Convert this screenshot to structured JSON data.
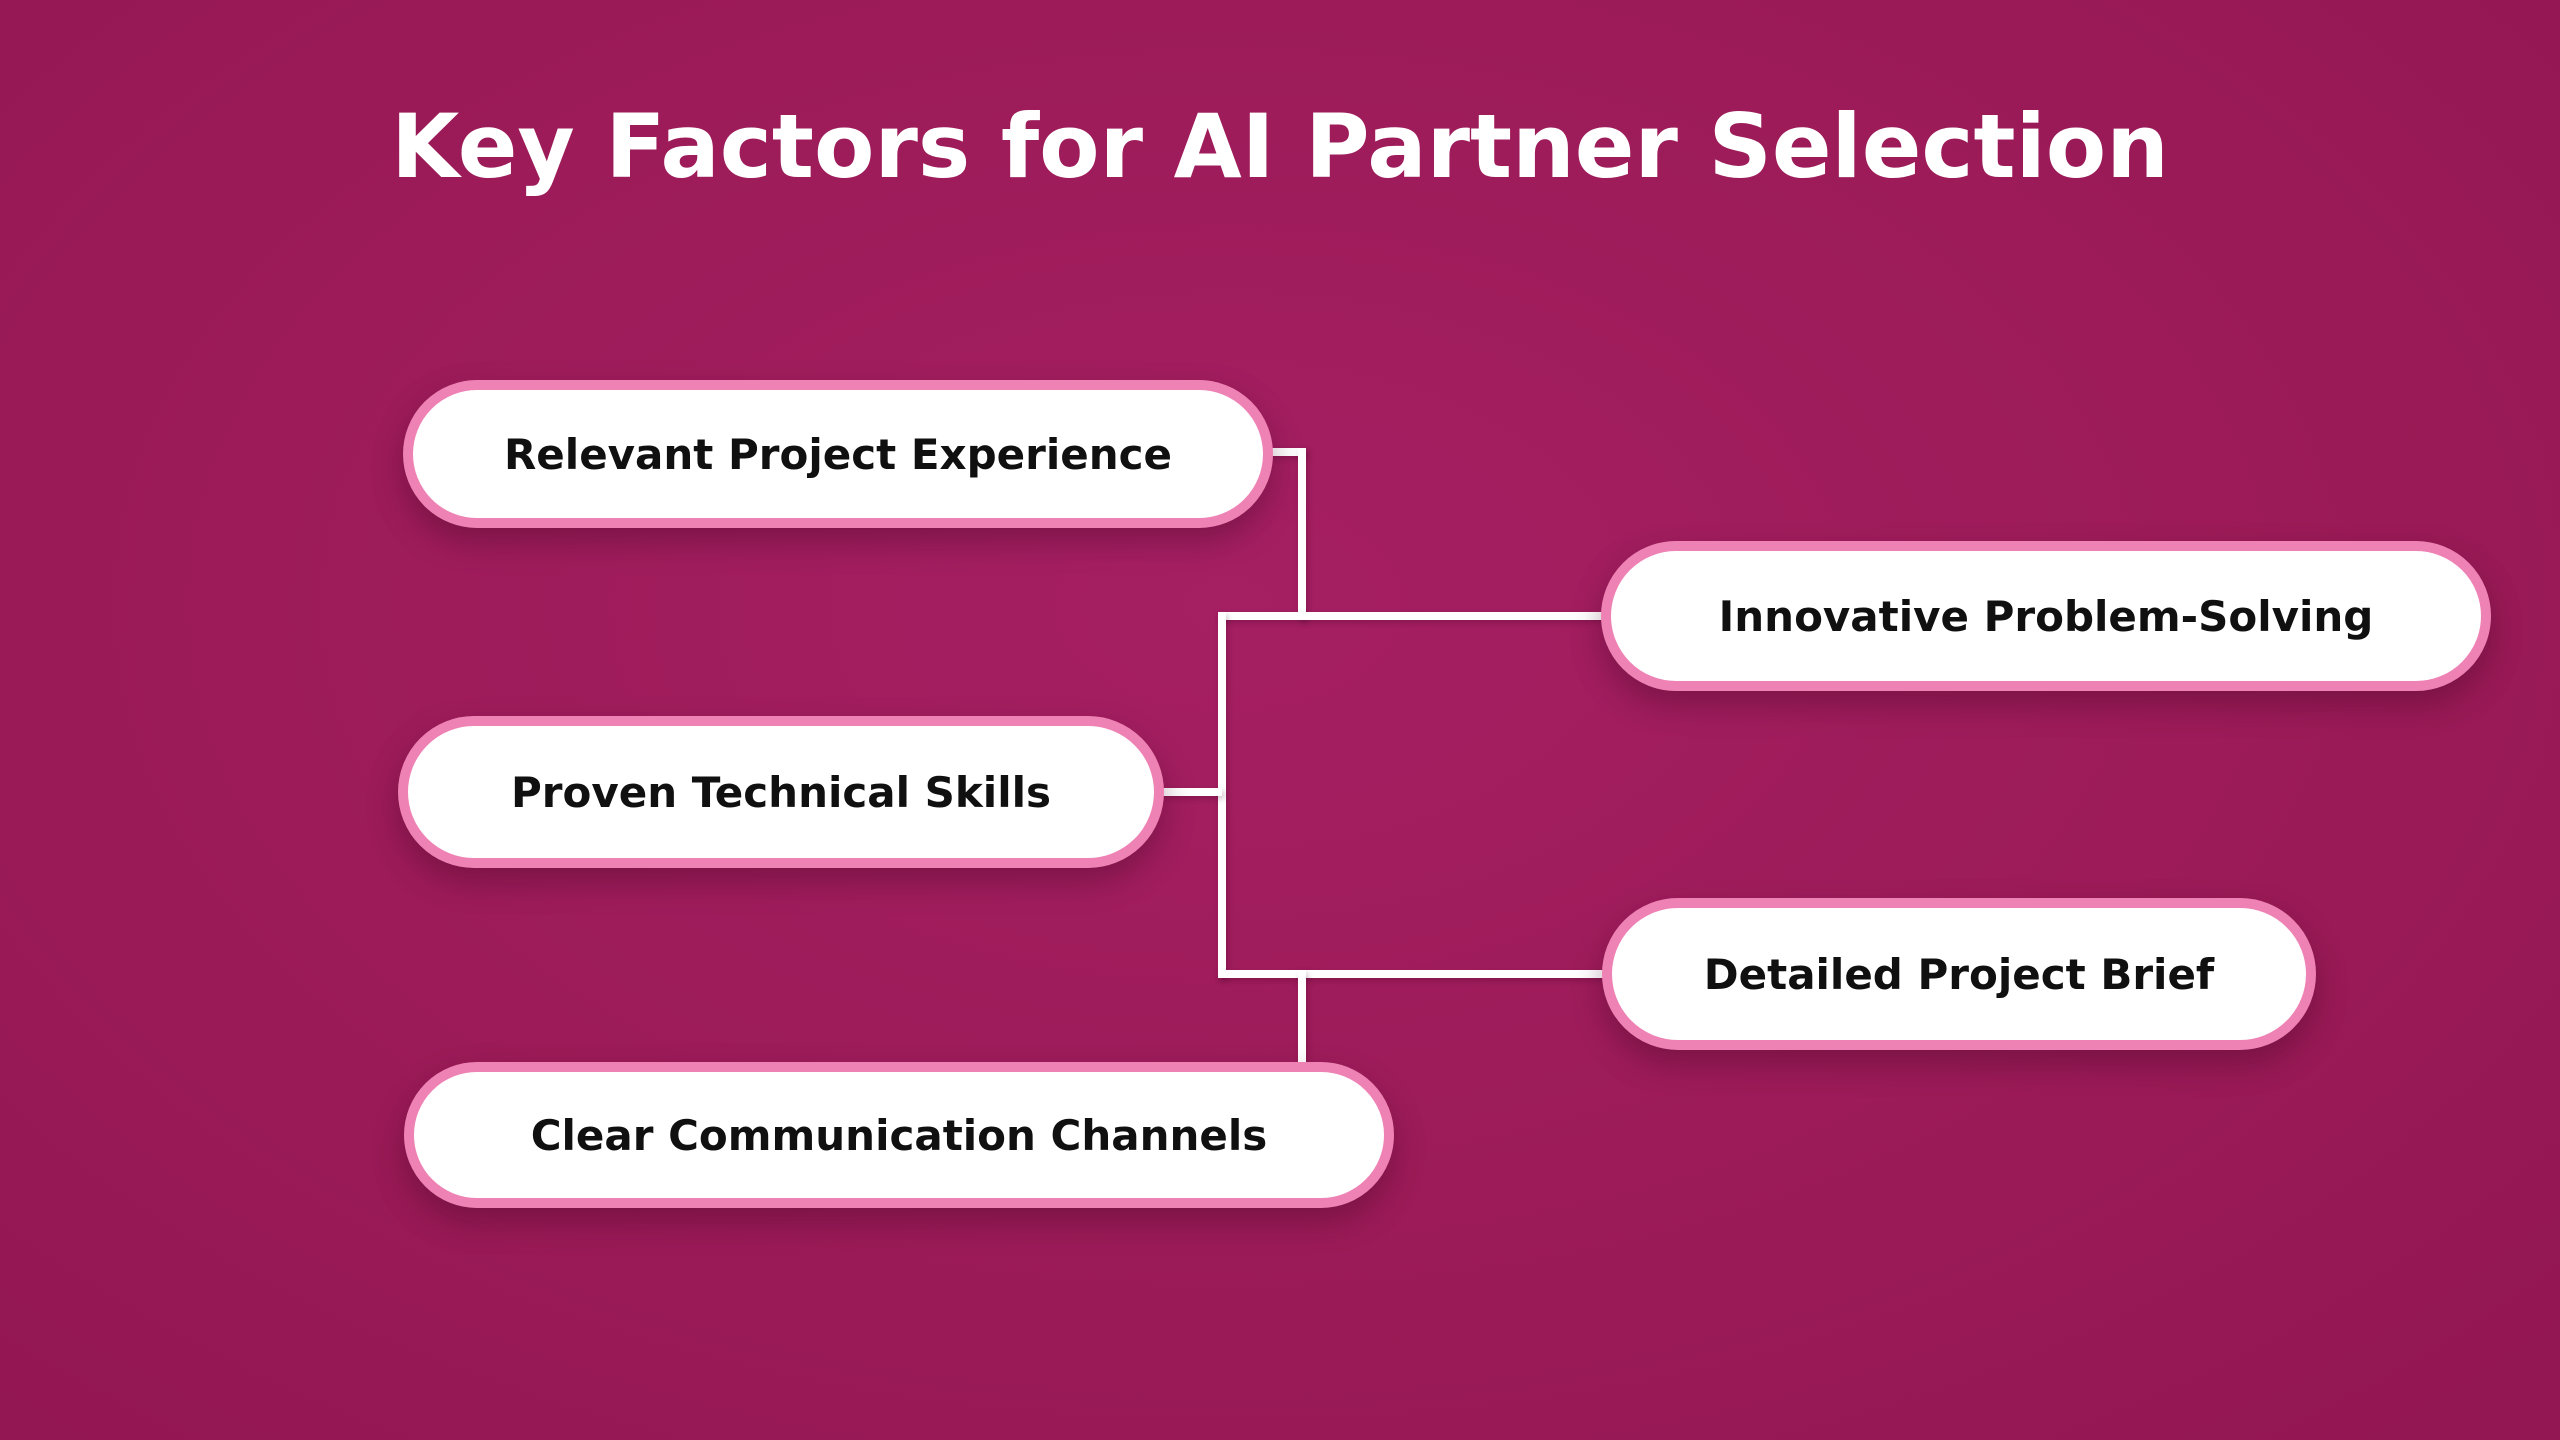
{
  "title": "Key Factors for AI Partner Selection",
  "diagram": {
    "type": "mindmap",
    "nodes": [
      {
        "id": "relevant-project-experience",
        "label": "Relevant Project Experience",
        "side": "left"
      },
      {
        "id": "innovative-problem-solving",
        "label": "Innovative Problem-Solving",
        "side": "right"
      },
      {
        "id": "proven-technical-skills",
        "label": "Proven Technical Skills",
        "side": "left"
      },
      {
        "id": "detailed-project-brief",
        "label": "Detailed Project Brief",
        "side": "right"
      },
      {
        "id": "clear-communication-channels",
        "label": "Clear Communication Channels",
        "side": "left"
      }
    ],
    "colors": {
      "background": "#9c1b58",
      "node_fill": "#ffffff",
      "node_border": "#ee82b4",
      "node_text": "#101010",
      "title_text": "#ffffff",
      "connector": "#ffffff"
    }
  }
}
